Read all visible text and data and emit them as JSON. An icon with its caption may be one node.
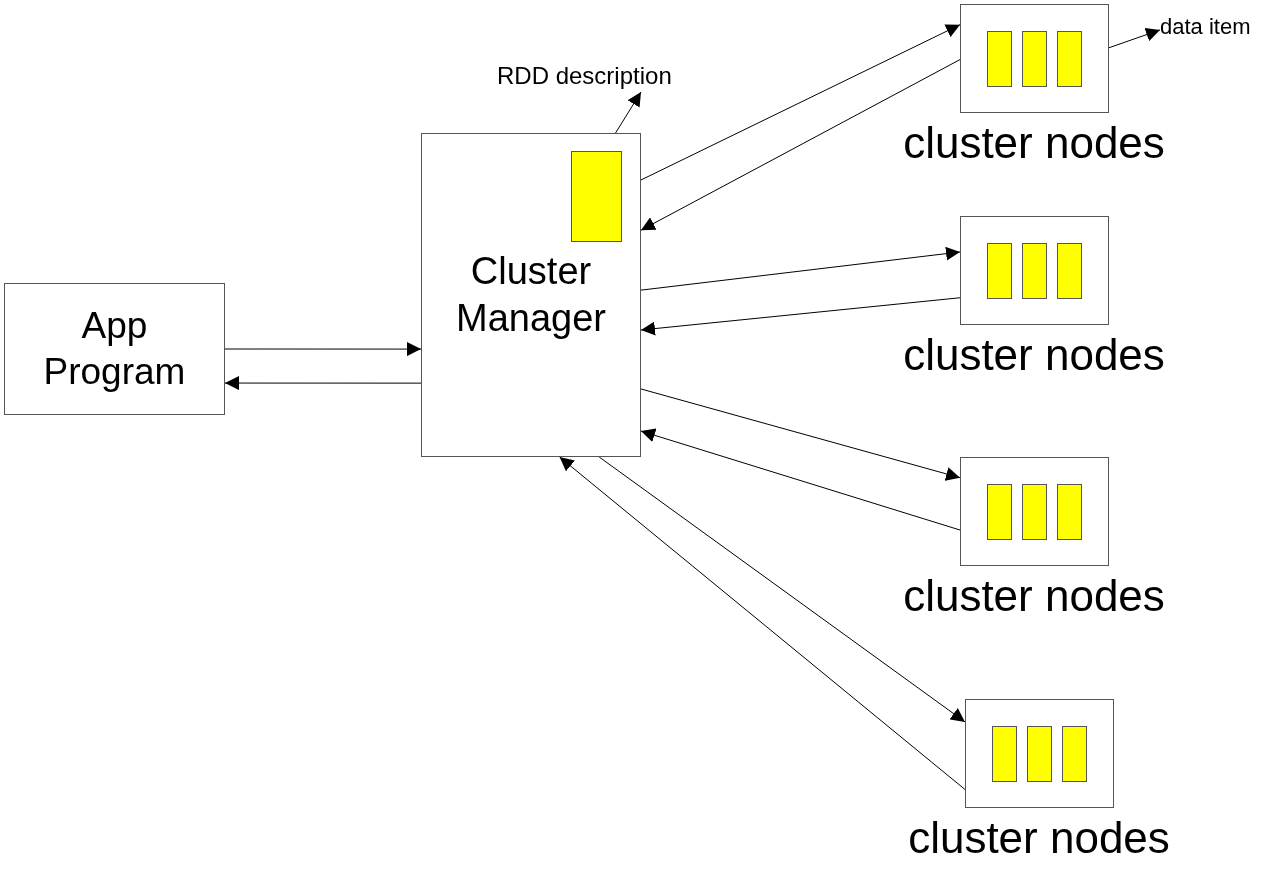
{
  "diagram": {
    "nodes": [
      {
        "text": [
          "App Program"
        ]
      },
      {
        "text": [
          "Cluster Manager"
        ]
      },
      {
        "text": [],
        "shape": "box",
        "in": 1
      },
      {
        "text": [
          "RDD description"
        ]
      },
      {
        "text": [
          "cluster nodes"
        ]
      },
      {
        "text": [],
        "shape": "box",
        "in": 4
      },
      {
        "text": [],
        "shape": "box",
        "in": 4
      },
      {
        "text": [],
        "shape": "box",
        "in": 4
      },
      {
        "text": [
          "data item"
        ]
      },
      {
        "text": [
          "cluster nodes"
        ]
      },
      {
        "text": [],
        "shape": "box",
        "in": 9
      },
      {
        "text": [],
        "shape": "box",
        "in": 9
      },
      {
        "text": [],
        "shape": "box",
        "in": 9
      },
      {
        "text": [
          "cluster nodes"
        ]
      },
      {
        "text": [],
        "shape": "box",
        "in": 13
      },
      {
        "text": [],
        "shape": "box",
        "in": 13
      },
      {
        "text": [],
        "shape": "box",
        "in": 13
      },
      {
        "text": [
          "cluster nodes"
        ]
      },
      {
        "text": [],
        "shape": "box",
        "in": 17
      },
      {
        "text": [],
        "shape": "box",
        "in": 17
      },
      {
        "text": [],
        "shape": "box",
        "in": 17
      }
    ],
    "edges": [
      {
        "from": 0,
        "to": 1,
        "arrow": "to"
      },
      {
        "from": 1,
        "to": 0,
        "arrow": "to"
      },
      {
        "from": 1,
        "to": 4,
        "arrow": "to"
      },
      {
        "from": 4,
        "to": 1,
        "arrow": "to"
      },
      {
        "from": 1,
        "to": 9,
        "arrow": "to"
      },
      {
        "from": 9,
        "to": 1,
        "arrow": "to"
      },
      {
        "from": 1,
        "to": 13,
        "arrow": "to"
      },
      {
        "from": 13,
        "to": 1,
        "arrow": "to"
      },
      {
        "from": 1,
        "to": 17,
        "arrow": "to"
      },
      {
        "from": 17,
        "to": 1,
        "arrow": "to"
      },
      {
        "from": 2,
        "to": 3,
        "arrow": "to"
      },
      {
        "from": 7,
        "to": 8,
        "arrow": "to"
      }
    ]
  }
}
